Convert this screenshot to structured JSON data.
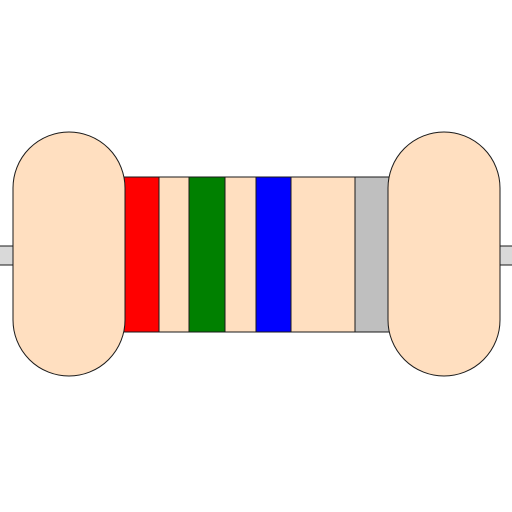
{
  "resistor": {
    "body_color": "#ffdfc0",
    "outline_color": "#1a1a1a",
    "lead_color": "#d9d9d9",
    "bands": [
      {
        "name": "red",
        "color": "#ff0000"
      },
      {
        "name": "green",
        "color": "#008000"
      },
      {
        "name": "blue",
        "color": "#0000ff"
      },
      {
        "name": "silver",
        "color": "#bfbfbf"
      }
    ]
  }
}
